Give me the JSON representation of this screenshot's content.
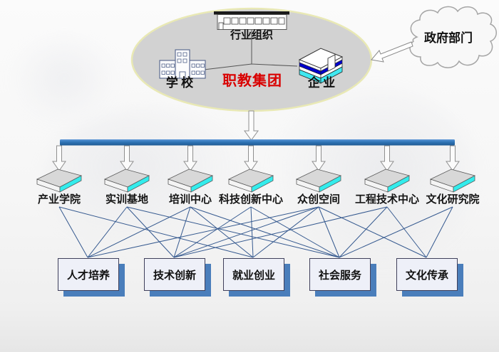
{
  "group": {
    "title": "职教集团",
    "members": [
      {
        "label": "行业组织",
        "icon": "factory-icon"
      },
      {
        "label": "学 校",
        "icon": "school-building-icon"
      },
      {
        "label": "企 业",
        "icon": "enterprise-building-icon"
      }
    ]
  },
  "government": {
    "label": "政府部门",
    "icon": "cloud-shape"
  },
  "platforms": [
    "产业学院",
    "实训基地",
    "培训中心",
    "科技创新中心",
    "众创空间",
    "工程技术中心",
    "文化研究院"
  ],
  "functions": [
    "人才培养",
    "技术创新",
    "就业创业",
    "社会服务",
    "文化传承"
  ],
  "edges": [
    [
      0,
      0
    ],
    [
      1,
      0
    ],
    [
      2,
      0
    ],
    [
      4,
      0
    ],
    [
      1,
      1
    ],
    [
      2,
      1
    ],
    [
      3,
      1
    ],
    [
      4,
      1
    ],
    [
      5,
      1
    ],
    [
      0,
      2
    ],
    [
      2,
      2
    ],
    [
      3,
      2
    ],
    [
      4,
      2
    ],
    [
      1,
      3
    ],
    [
      2,
      3
    ],
    [
      3,
      3
    ],
    [
      4,
      3
    ],
    [
      5,
      3
    ],
    [
      6,
      3
    ],
    [
      4,
      4
    ],
    [
      5,
      4
    ],
    [
      6,
      4
    ]
  ],
  "colors": {
    "title_red": "#d90000",
    "bus_bar": "#2e74b5",
    "connector": "#35598f",
    "disk_face": "#33ecec",
    "box_shadow": "#4a7ebb",
    "ellipse_fill": "#d2d2d2",
    "ellipse_border": "#e9e9b5"
  }
}
